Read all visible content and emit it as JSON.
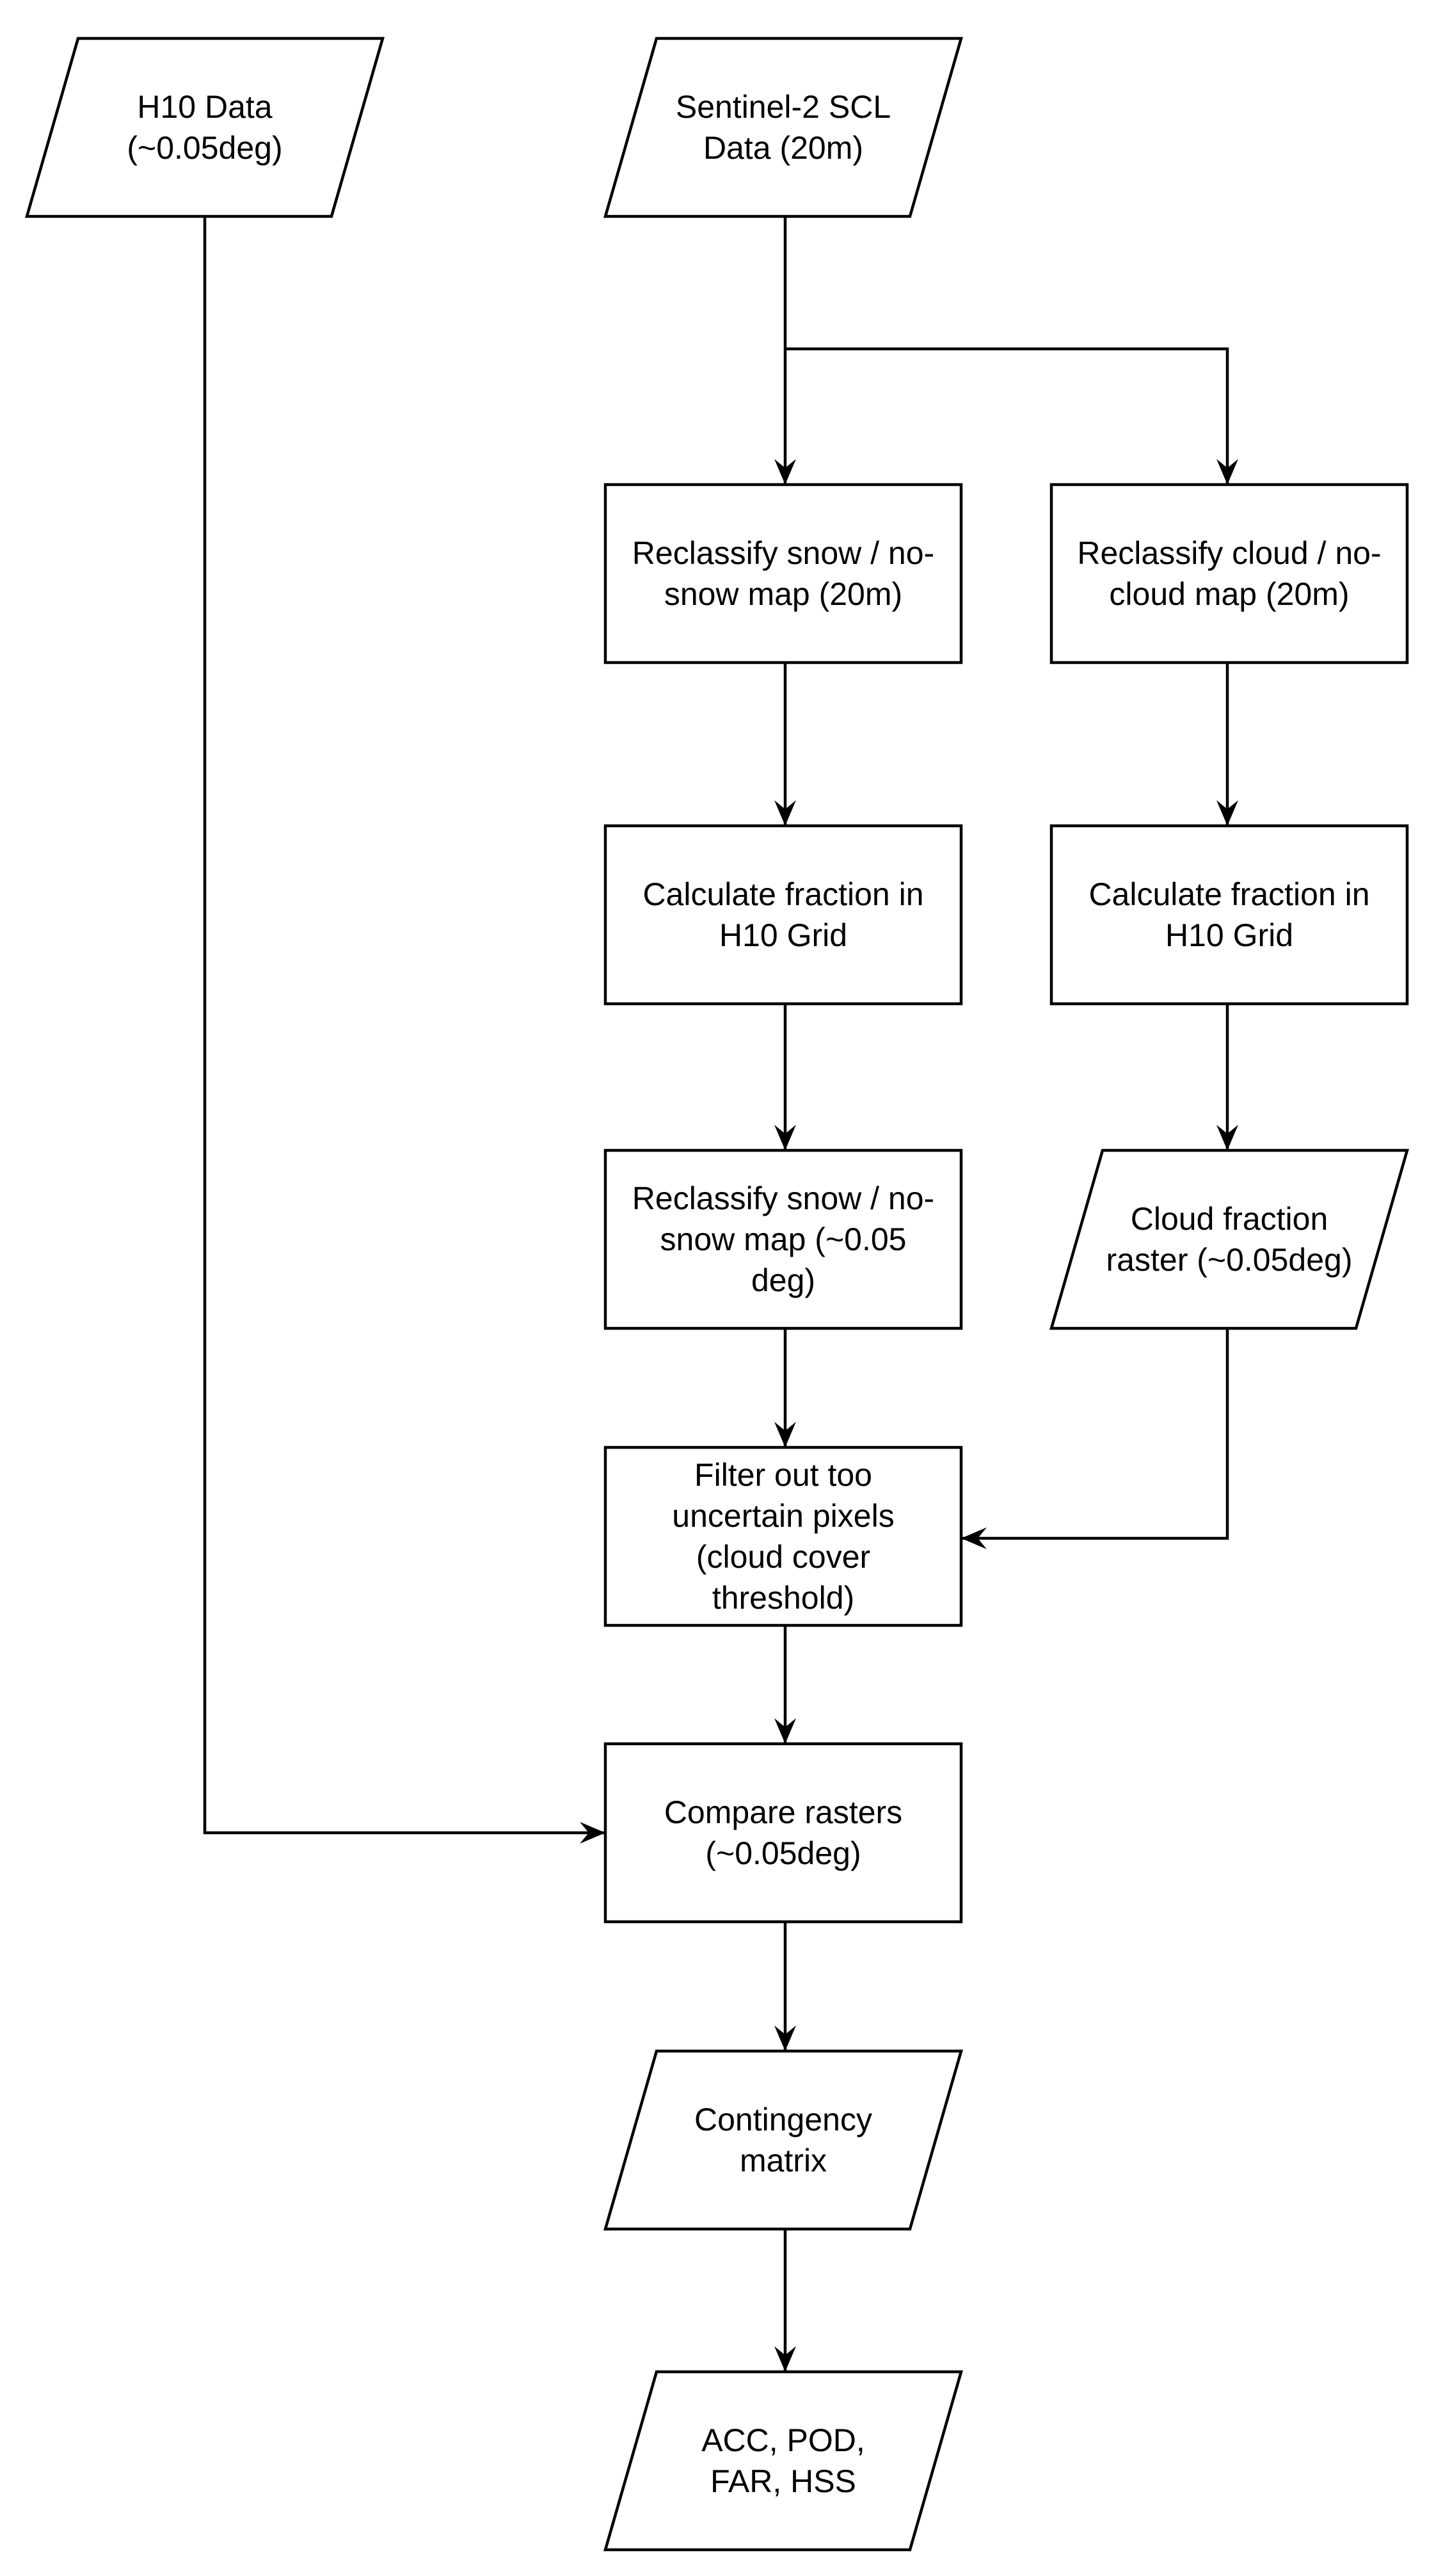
{
  "nodes": {
    "h10_data": {
      "shape": "parallelogram",
      "lines": [
        "H10 Data",
        "(~0.05deg)"
      ]
    },
    "sentinel_data": {
      "shape": "parallelogram",
      "lines": [
        "Sentinel-2 SCL",
        "Data (20m)"
      ]
    },
    "reclassify_snow_20m": {
      "shape": "rectangle",
      "lines": [
        "Reclassify snow / no-",
        "snow map (20m)"
      ]
    },
    "reclassify_cloud_20m": {
      "shape": "rectangle",
      "lines": [
        "Reclassify cloud / no-",
        "cloud map (20m)"
      ]
    },
    "calc_fraction_snow": {
      "shape": "rectangle",
      "lines": [
        "Calculate fraction in",
        "H10 Grid"
      ]
    },
    "calc_fraction_cloud": {
      "shape": "rectangle",
      "lines": [
        "Calculate fraction in",
        "H10 Grid"
      ]
    },
    "reclassify_snow_005": {
      "shape": "rectangle",
      "lines": [
        "Reclassify snow / no-",
        "snow map (~0.05",
        "deg)"
      ]
    },
    "cloud_fraction_raster": {
      "shape": "parallelogram",
      "lines": [
        "Cloud fraction",
        "raster (~0.05deg)"
      ]
    },
    "filter_uncertain": {
      "shape": "rectangle",
      "lines": [
        "Filter out too",
        "uncertain pixels",
        "(cloud cover",
        "threshold)"
      ]
    },
    "compare_rasters": {
      "shape": "rectangle",
      "lines": [
        "Compare rasters",
        "(~0.05deg)"
      ]
    },
    "contingency_matrix": {
      "shape": "parallelogram",
      "lines": [
        "Contingency",
        "matrix"
      ]
    },
    "scores": {
      "shape": "parallelogram",
      "lines": [
        "ACC, POD,",
        "FAR, HSS"
      ]
    }
  },
  "edges": [
    {
      "from": "sentinel_data",
      "to": "reclassify_snow_20m"
    },
    {
      "from": "sentinel_data",
      "to": "reclassify_cloud_20m"
    },
    {
      "from": "reclassify_snow_20m",
      "to": "calc_fraction_snow"
    },
    {
      "from": "reclassify_cloud_20m",
      "to": "calc_fraction_cloud"
    },
    {
      "from": "calc_fraction_snow",
      "to": "reclassify_snow_005"
    },
    {
      "from": "calc_fraction_cloud",
      "to": "cloud_fraction_raster"
    },
    {
      "from": "reclassify_snow_005",
      "to": "filter_uncertain"
    },
    {
      "from": "cloud_fraction_raster",
      "to": "filter_uncertain"
    },
    {
      "from": "filter_uncertain",
      "to": "compare_rasters"
    },
    {
      "from": "h10_data",
      "to": "compare_rasters"
    },
    {
      "from": "compare_rasters",
      "to": "contingency_matrix"
    },
    {
      "from": "contingency_matrix",
      "to": "scores"
    }
  ],
  "colors": {
    "stroke": "#000000",
    "fill": "#ffffff",
    "text": "#000000"
  }
}
